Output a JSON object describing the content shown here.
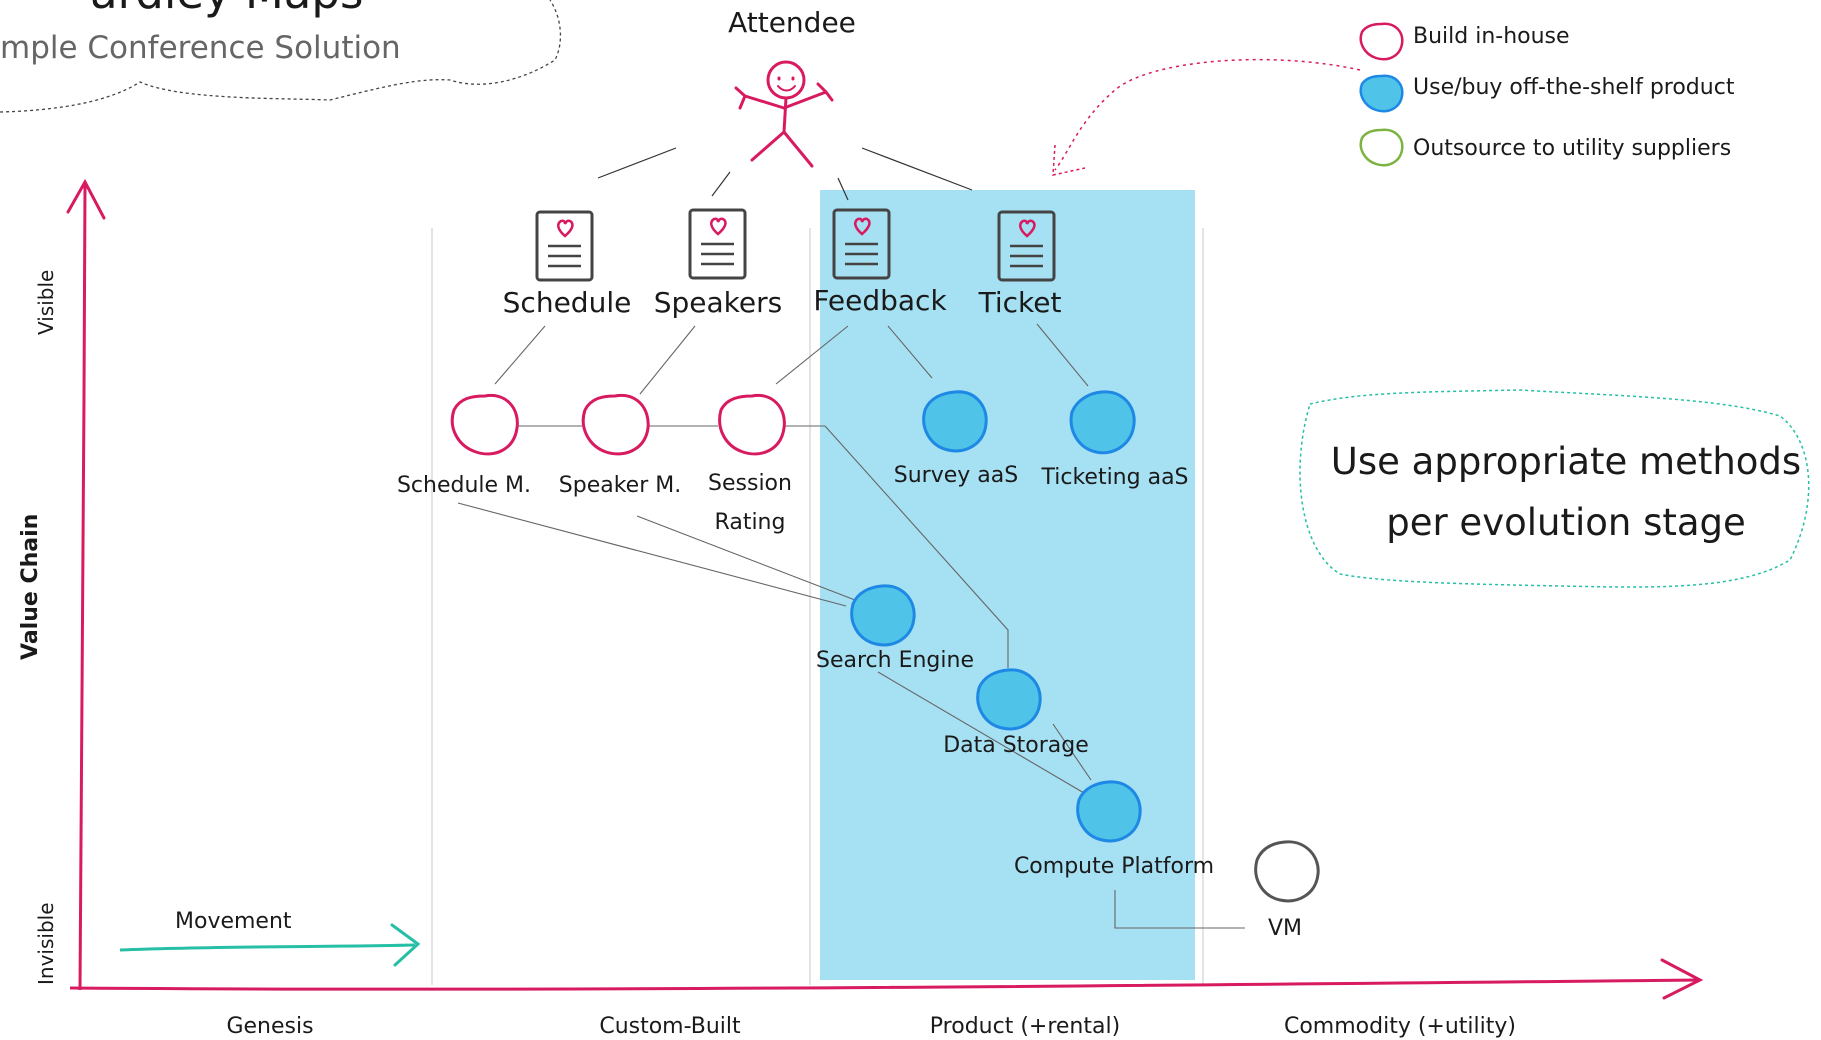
{
  "header": {
    "title_fragment": "ardley Maps",
    "subtitle_fragment": "mple Conference Solution"
  },
  "legend": {
    "items": [
      {
        "label": "Build in-house",
        "color": "#d81b60"
      },
      {
        "label": "Use/buy off-the-shelf product",
        "color": "#1e88e5"
      },
      {
        "label": "Outsource to utility suppliers",
        "color": "#7cb342"
      }
    ]
  },
  "callout": {
    "line1": "Use appropriate methods",
    "line2": "per evolution stage"
  },
  "axes": {
    "y_label": "Value Chain",
    "y_top": "Visible",
    "y_bottom": "Invisible",
    "stages": [
      "Genesis",
      "Custom-Built",
      "Product (+rental)",
      "Commodity (+utility)"
    ],
    "movement": "Movement"
  },
  "user": {
    "label": "Attendee"
  },
  "needs": [
    {
      "id": "schedule",
      "label": "Schedule"
    },
    {
      "id": "speakers",
      "label": "Speakers"
    },
    {
      "id": "feedback",
      "label": "Feedback"
    },
    {
      "id": "ticket",
      "label": "Ticket"
    }
  ],
  "components": [
    {
      "id": "schedule-m",
      "label": "Schedule M.",
      "type": "in-house"
    },
    {
      "id": "speaker-m",
      "label": "Speaker M.",
      "type": "in-house"
    },
    {
      "id": "session-rating",
      "label_line1": "Session",
      "label_line2": "Rating",
      "type": "in-house"
    },
    {
      "id": "survey-aas",
      "label": "Survey aaS",
      "type": "off-the-shelf"
    },
    {
      "id": "ticketing-aas",
      "label": "Ticketing aaS",
      "type": "off-the-shelf"
    },
    {
      "id": "search-engine",
      "label": "Search Engine",
      "type": "off-the-shelf"
    },
    {
      "id": "data-storage",
      "label": "Data Storage",
      "type": "off-the-shelf"
    },
    {
      "id": "compute-platform",
      "label": "Compute Platform",
      "type": "off-the-shelf"
    },
    {
      "id": "vm",
      "label": "VM",
      "type": "utility"
    }
  ],
  "colors": {
    "pink": "#d81b60",
    "blue": "#1e88e5",
    "blue_fill": "#4fc3e8",
    "highlight": "#a6e0f3",
    "teal": "#26bfa5",
    "green": "#7cb342",
    "gray": "#555555"
  }
}
